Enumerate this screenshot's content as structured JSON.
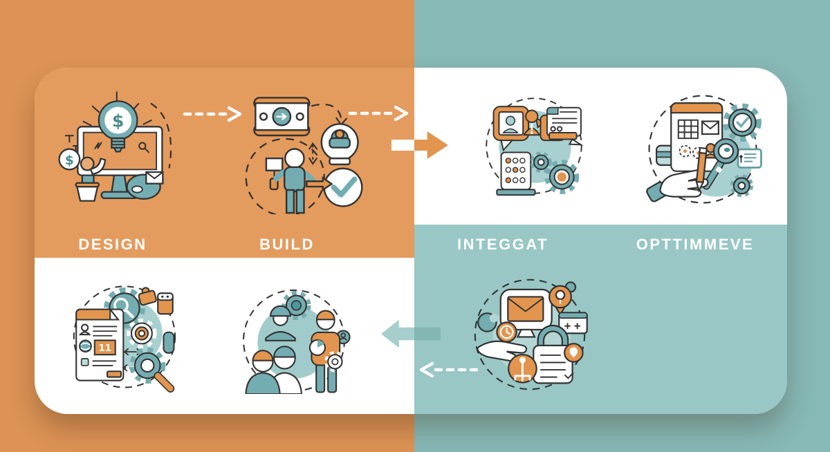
{
  "title": "Four-stage process infographic",
  "stages": [
    {
      "label": "DESIGN",
      "icon": "design-monitor-bulb-icon",
      "panel": "orange"
    },
    {
      "label": "BUILD",
      "icon": "build-person-check-icon",
      "panel": "orange"
    },
    {
      "label": "INTEGGAT",
      "icon": "integrate-chat-gears-icon",
      "panel": "teal"
    },
    {
      "label": "OPTTIMMEVE",
      "icon": "optimize-calendar-magnifier-icon",
      "panel": "teal"
    }
  ],
  "bottom_row": [
    {
      "icon": "research-document-gears-icon"
    },
    {
      "icon": "team-people-gears-icon"
    },
    {
      "icon": "security-lock-mail-icon"
    }
  ],
  "arrows": [
    {
      "name": "dashed-arrow-design-to-build",
      "direction": "right",
      "style": "dashed",
      "color": "#ffffff"
    },
    {
      "name": "dashed-arrow-build-to-integrate",
      "direction": "right",
      "style": "dashed",
      "color": "#ffffff"
    },
    {
      "name": "solid-arrow-into-integrate",
      "direction": "right",
      "style": "solid",
      "color": "#e2954f"
    },
    {
      "name": "solid-arrow-security-to-team",
      "direction": "left",
      "style": "solid",
      "color": "#9cc5c3"
    },
    {
      "name": "dashed-arrow-security-to-team",
      "direction": "left",
      "style": "dashed",
      "color": "#ffffff"
    }
  ],
  "colors": {
    "background_left": "#dd9355",
    "background_right": "#87b9b7",
    "card_panel_orange": "#e49b5e",
    "card_panel_teal": "#98c7c5",
    "card_white": "#ffffff",
    "icon_orange": "#e2954f",
    "icon_teal": "#74adb1",
    "icon_blob_teal": "#a9d0d0",
    "outline_ink": "#333333",
    "label_text": "#ffffff"
  }
}
